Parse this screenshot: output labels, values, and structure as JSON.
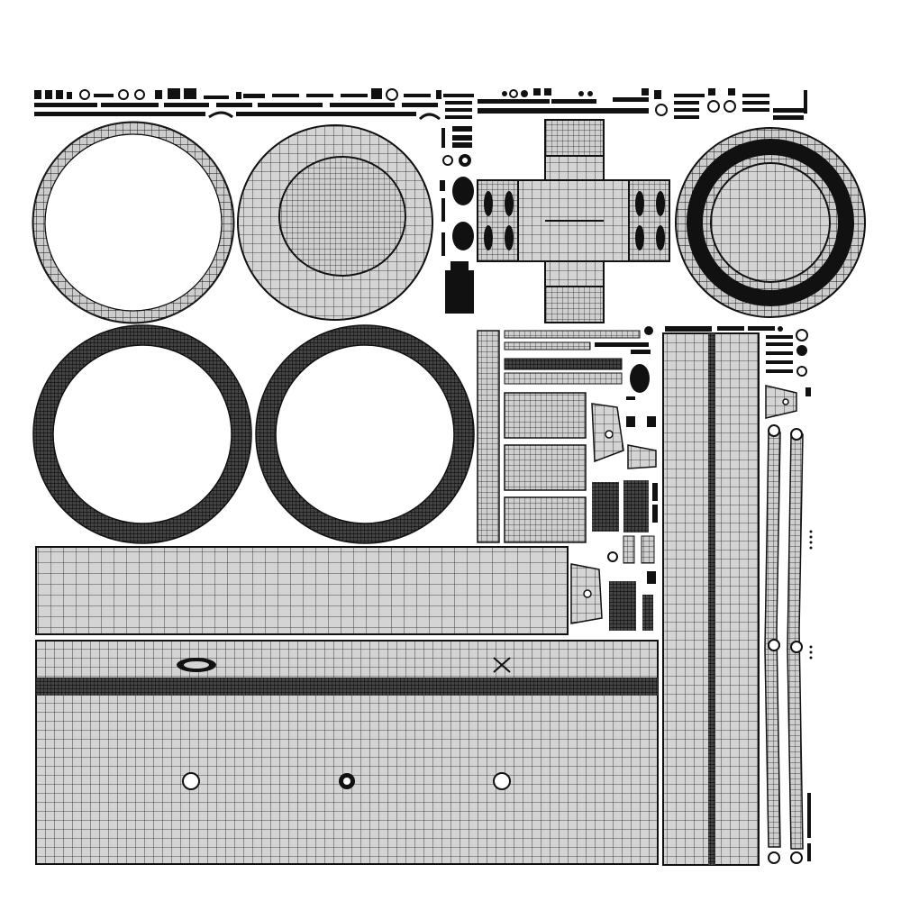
{
  "colors": {
    "background": "#ffffff",
    "island_fill": "#d4d4d4",
    "wire": "#1a1a1a",
    "dense": "#111111"
  },
  "uv_islands": [
    {
      "name": "ring-a",
      "shape": "ring"
    },
    {
      "name": "disc-dome",
      "shape": "disc"
    },
    {
      "name": "hub-cross",
      "shape": "cross"
    },
    {
      "name": "disc-rim",
      "shape": "disc"
    },
    {
      "name": "tire-a",
      "shape": "ring"
    },
    {
      "name": "tire-b",
      "shape": "ring"
    },
    {
      "name": "strip-long",
      "shape": "strip"
    },
    {
      "name": "deck-panel",
      "shape": "panel"
    },
    {
      "name": "tall-strip",
      "shape": "strip"
    },
    {
      "name": "rod-a",
      "shape": "rod"
    },
    {
      "name": "rod-b",
      "shape": "rod"
    },
    {
      "name": "small-parts-cluster",
      "shape": "cluster"
    }
  ]
}
